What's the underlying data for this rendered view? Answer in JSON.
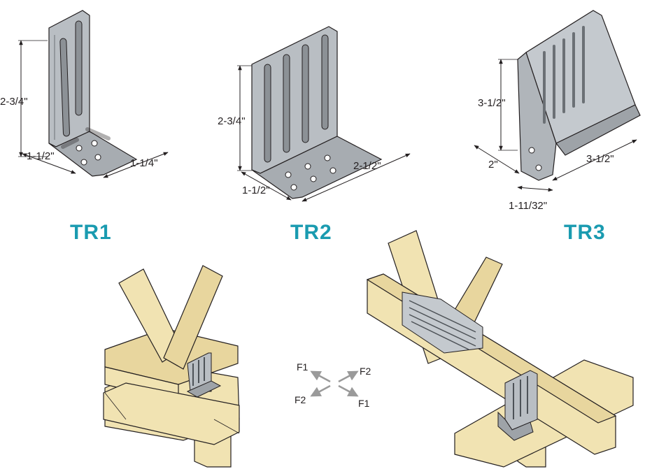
{
  "colors": {
    "title": "#1a9bb0",
    "metal": "#b9bec3",
    "metal_dark": "#8c9196",
    "wood": "#f1e3b2",
    "wood_shade": "#e2cf94",
    "outline": "#231f20",
    "arrow": "#9a9a9a"
  },
  "tr1": {
    "title": "TR1",
    "height": "2-3/4\"",
    "width": "1-1/2\"",
    "depth": "1-1/4\""
  },
  "tr2": {
    "title": "TR2",
    "height": "2-3/4\"",
    "width": "1-1/2\"",
    "depth": "2-1/2\""
  },
  "tr3": {
    "title": "TR3",
    "height": "3-1/2\"",
    "depth": "3-1/2\"",
    "width": "2\"",
    "flange": "1-11/32\""
  },
  "forces": {
    "f1_top": "F1",
    "f2_top": "F2",
    "f2_bottom": "F2",
    "f1_bottom": "F1"
  }
}
